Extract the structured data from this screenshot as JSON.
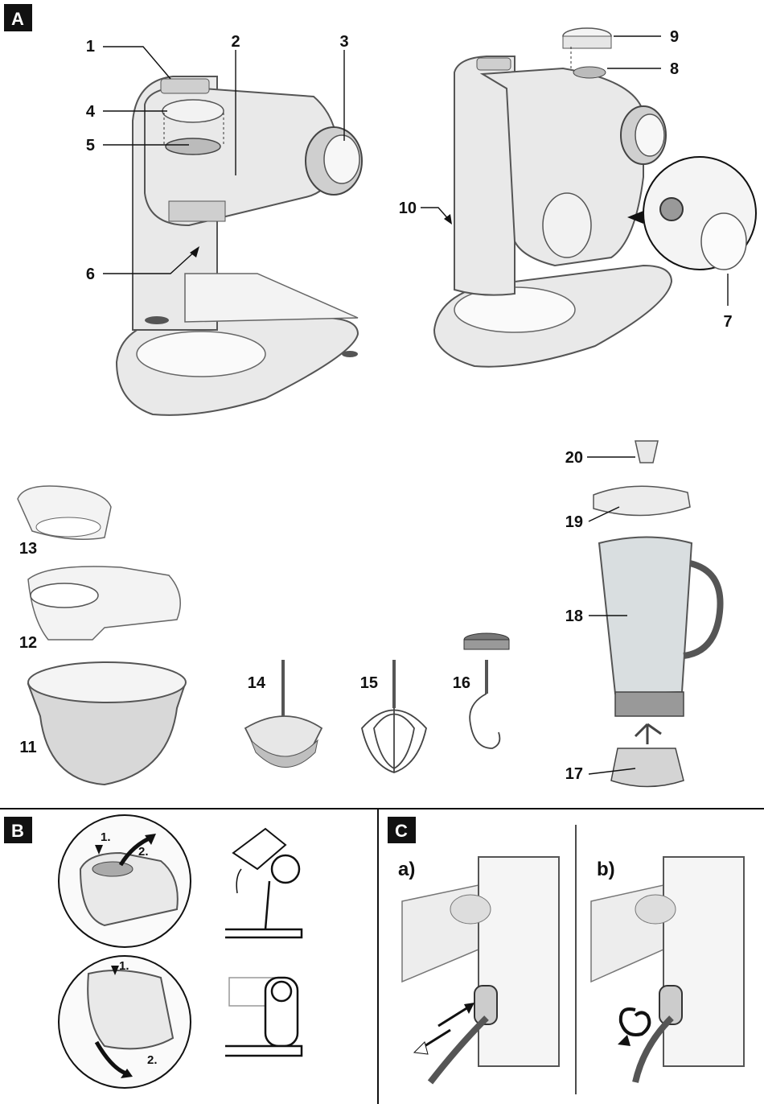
{
  "sections": {
    "A": "A",
    "B": "B",
    "C": "C"
  },
  "callouts": {
    "c1": "1",
    "c2": "2",
    "c3": "3",
    "c4": "4",
    "c5": "5",
    "c6": "6",
    "c7": "7",
    "c8": "8",
    "c9": "9",
    "c10": "10",
    "c11": "11",
    "c12": "12",
    "c13": "13",
    "c14": "14",
    "c15": "15",
    "c16": "16",
    "c17": "17",
    "c18": "18",
    "c19": "19",
    "c20": "20"
  },
  "section_b_steps": {
    "top_step1": "1.",
    "top_step2": "2.",
    "bottom_step1": "1.",
    "bottom_step2": "2."
  },
  "section_c_panels": {
    "a": "a)",
    "b": "b)"
  },
  "colors": {
    "line": "#111111",
    "appliance_body": "#e9e9e9",
    "section_badge": "#111111"
  }
}
